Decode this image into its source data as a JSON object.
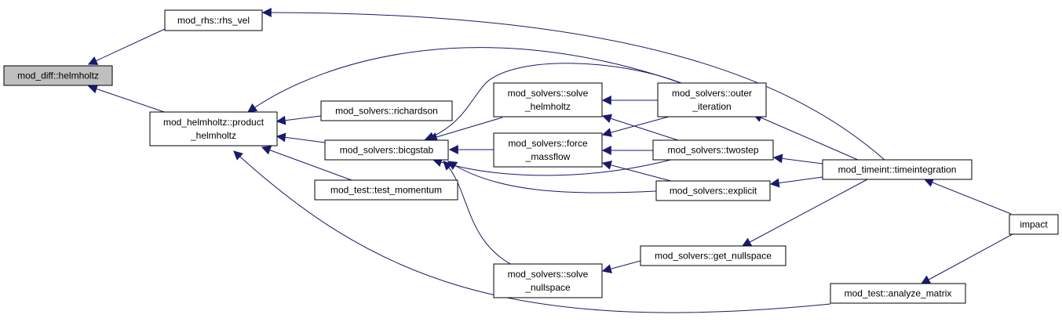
{
  "colors": {
    "edge": "#191970",
    "node_border": "#000000",
    "current_node_fill": "#bfbfbf",
    "node_fill": "#ffffff"
  },
  "nodes": {
    "helmholtz": {
      "lines": [
        "mod_diff::helmholtz"
      ],
      "current": true
    },
    "rhs_vel": {
      "lines": [
        "mod_rhs::rhs_vel"
      ]
    },
    "product_helmholtz": {
      "lines": [
        "mod_helmholtz::product",
        "_helmholtz"
      ]
    },
    "richardson": {
      "lines": [
        "mod_solvers::richardson"
      ]
    },
    "bicgstab": {
      "lines": [
        "mod_solvers::bicgstab"
      ]
    },
    "test_momentum": {
      "lines": [
        "mod_test::test_momentum"
      ]
    },
    "solve_helmholtz": {
      "lines": [
        "mod_solvers::solve",
        "_helmholtz"
      ]
    },
    "force_massflow": {
      "lines": [
        "mod_solvers::force",
        "_massflow"
      ]
    },
    "solve_nullspace": {
      "lines": [
        "mod_solvers::solve",
        "_nullspace"
      ]
    },
    "outer_iteration": {
      "lines": [
        "mod_solvers::outer",
        "_iteration"
      ]
    },
    "twostep": {
      "lines": [
        "mod_solvers::twostep"
      ]
    },
    "explicit": {
      "lines": [
        "mod_solvers::explicit"
      ]
    },
    "get_nullspace": {
      "lines": [
        "mod_solvers::get_nullspace"
      ]
    },
    "timeintegration": {
      "lines": [
        "mod_timeint::timeintegration"
      ]
    },
    "impact": {
      "lines": [
        "impact"
      ]
    },
    "analyze_matrix": {
      "lines": [
        "mod_test::analyze_matrix"
      ]
    }
  },
  "edges": [
    {
      "from": "rhs_vel",
      "to": "helmholtz"
    },
    {
      "from": "product_helmholtz",
      "to": "helmholtz"
    },
    {
      "from": "timeintegration",
      "to": "rhs_vel"
    },
    {
      "from": "richardson",
      "to": "product_helmholtz"
    },
    {
      "from": "bicgstab",
      "to": "product_helmholtz"
    },
    {
      "from": "test_momentum",
      "to": "product_helmholtz"
    },
    {
      "from": "outer_iteration",
      "to": "product_helmholtz"
    },
    {
      "from": "analyze_matrix",
      "to": "product_helmholtz"
    },
    {
      "from": "solve_helmholtz",
      "to": "bicgstab"
    },
    {
      "from": "force_massflow",
      "to": "bicgstab"
    },
    {
      "from": "outer_iteration",
      "to": "bicgstab"
    },
    {
      "from": "twostep",
      "to": "bicgstab"
    },
    {
      "from": "explicit",
      "to": "bicgstab"
    },
    {
      "from": "solve_nullspace",
      "to": "bicgstab"
    },
    {
      "from": "outer_iteration",
      "to": "solve_helmholtz"
    },
    {
      "from": "twostep",
      "to": "solve_helmholtz"
    },
    {
      "from": "outer_iteration",
      "to": "force_massflow"
    },
    {
      "from": "twostep",
      "to": "force_massflow"
    },
    {
      "from": "explicit",
      "to": "force_massflow"
    },
    {
      "from": "get_nullspace",
      "to": "solve_nullspace"
    },
    {
      "from": "timeintegration",
      "to": "outer_iteration"
    },
    {
      "from": "timeintegration",
      "to": "twostep"
    },
    {
      "from": "timeintegration",
      "to": "explicit"
    },
    {
      "from": "timeintegration",
      "to": "get_nullspace"
    },
    {
      "from": "impact",
      "to": "timeintegration"
    },
    {
      "from": "impact",
      "to": "analyze_matrix"
    }
  ]
}
